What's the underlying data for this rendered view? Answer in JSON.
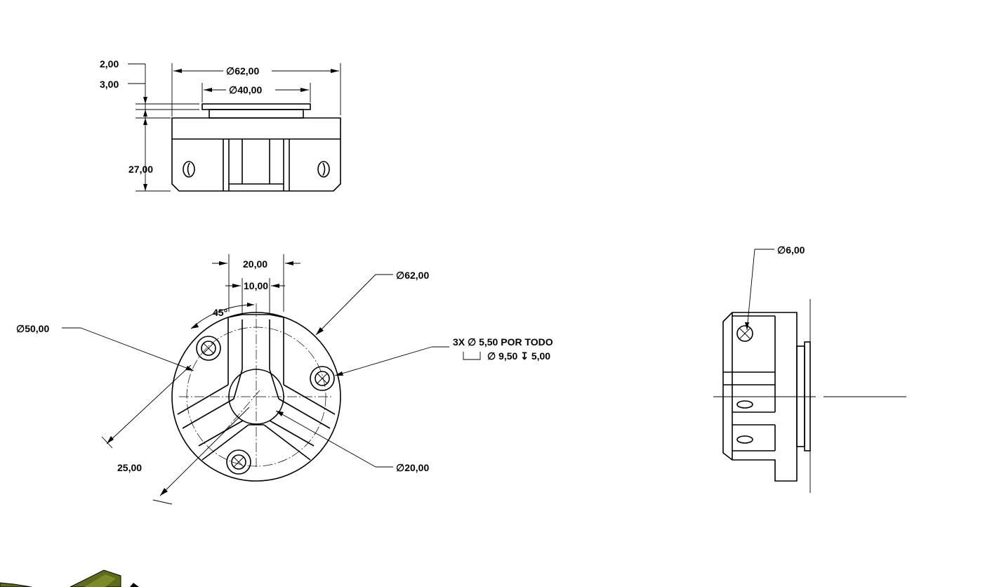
{
  "dimensions": {
    "front": {
      "dia_outer": "∅62,00",
      "dia_boss": "∅40,00",
      "thick_2": "2,00",
      "thick_3": "3,00",
      "height_27": "27,00"
    },
    "top": {
      "slot_20": "20,00",
      "slot_10": "10,00",
      "angle": "45°",
      "dia_62": "∅62,00",
      "dia_bc": "∅50,00",
      "hole_note_1": "3X  ∅ 5,50 POR TODO",
      "hole_note_2": "∅ 9,50  ↧  5,00",
      "radius_25": "25,00",
      "dia_20": "∅20,00"
    },
    "side": {
      "dia_6": "∅6,00"
    }
  },
  "colors": {
    "lines": "#000000",
    "background": "#ffffff",
    "model_thumbnail": "#5f6b1a"
  }
}
